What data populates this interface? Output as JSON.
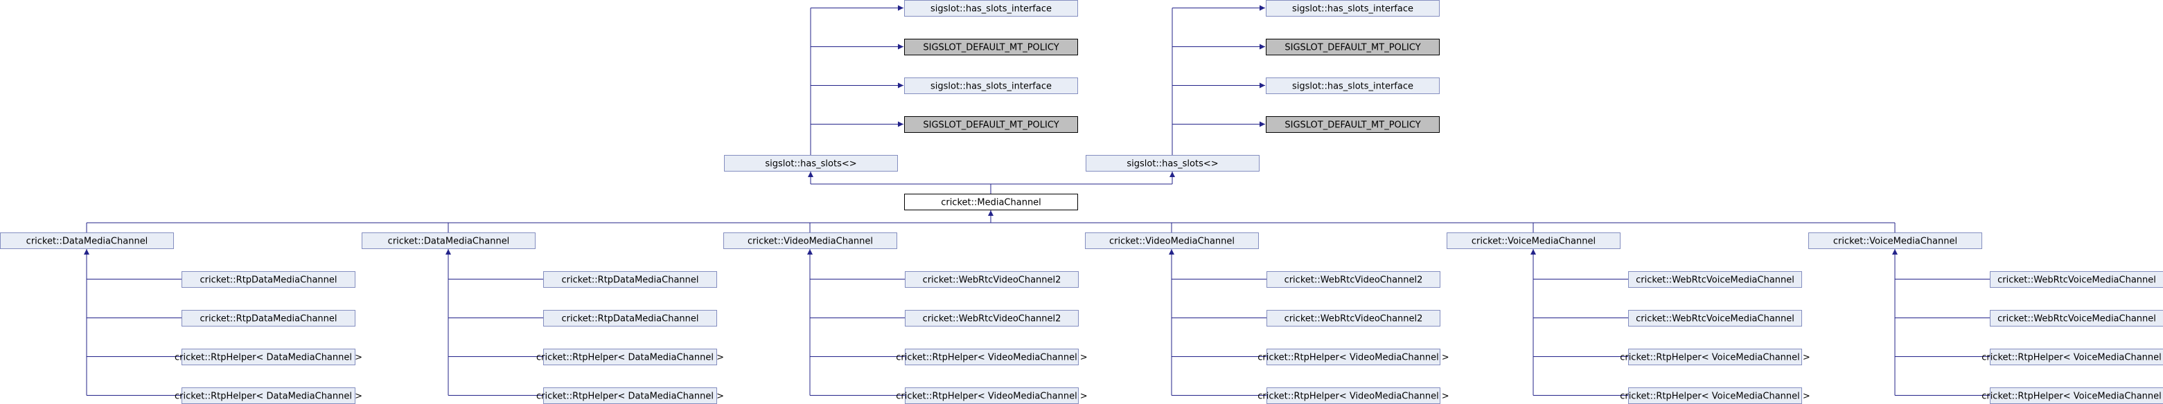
{
  "colors": {
    "node_fill": "#e8edf6",
    "node_stroke": "#848ec0",
    "focus_fill": "#ffffff",
    "focus_stroke": "#000000",
    "macro_fill": "#bfbfbf",
    "macro_stroke": "#000000",
    "edge": "#23238a"
  },
  "nodes": {
    "hsi_1": "sigslot::has_slots_interface",
    "pol_1": "SIGSLOT_DEFAULT_MT_POLICY",
    "hsi_2": "sigslot::has_slots_interface",
    "pol_2": "SIGSLOT_DEFAULT_MT_POLICY",
    "hsi_3": "sigslot::has_slots_interface",
    "pol_3": "SIGSLOT_DEFAULT_MT_POLICY",
    "hsi_4": "sigslot::has_slots_interface",
    "pol_4": "SIGSLOT_DEFAULT_MT_POLICY",
    "hs_left": "sigslot::has_slots<>",
    "hs_right": "sigslot::has_slots<>",
    "media": "cricket::MediaChannel",
    "data_a": "cricket::DataMediaChannel",
    "data_b": "cricket::DataMediaChannel",
    "video_a": "cricket::VideoMediaChannel",
    "video_b": "cricket::VideoMediaChannel",
    "voice_a": "cricket::VoiceMediaChannel",
    "voice_b": "cricket::VoiceMediaChannel",
    "data_a_c1": "cricket::RtpDataMediaChannel",
    "data_a_c2": "cricket::RtpDataMediaChannel",
    "data_a_c3": "cricket::RtpHelper< DataMediaChannel >",
    "data_a_c4": "cricket::RtpHelper< DataMediaChannel >",
    "data_b_c1": "cricket::RtpDataMediaChannel",
    "data_b_c2": "cricket::RtpDataMediaChannel",
    "data_b_c3": "cricket::RtpHelper< DataMediaChannel >",
    "data_b_c4": "cricket::RtpHelper< DataMediaChannel >",
    "video_a_c1": "cricket::WebRtcVideoChannel2",
    "video_a_c2": "cricket::WebRtcVideoChannel2",
    "video_a_c3": "cricket::RtpHelper< VideoMediaChannel >",
    "video_a_c4": "cricket::RtpHelper< VideoMediaChannel >",
    "video_b_c1": "cricket::WebRtcVideoChannel2",
    "video_b_c2": "cricket::WebRtcVideoChannel2",
    "video_b_c3": "cricket::RtpHelper< VideoMediaChannel >",
    "video_b_c4": "cricket::RtpHelper< VideoMediaChannel >",
    "voice_a_c1": "cricket::WebRtcVoiceMediaChannel",
    "voice_a_c2": "cricket::WebRtcVoiceMediaChannel",
    "voice_a_c3": "cricket::RtpHelper< VoiceMediaChannel >",
    "voice_a_c4": "cricket::RtpHelper< VoiceMediaChannel >",
    "voice_b_c1": "cricket::WebRtcVoiceMediaChannel",
    "voice_b_c2": "cricket::WebRtcVoiceMediaChannel",
    "voice_b_c3": "cricket::RtpHelper< VoiceMediaChannel >",
    "voice_b_c4": "cricket::RtpHelper< VoiceMediaChannel >"
  }
}
